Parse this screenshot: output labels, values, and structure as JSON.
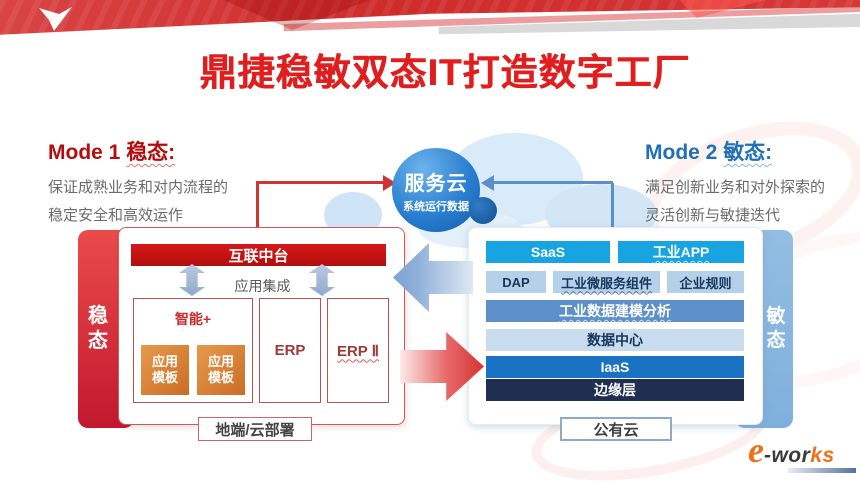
{
  "banner": {
    "title": "鼎捷稳敏双态IT打造数字工厂"
  },
  "mode1": {
    "label": "Mode 1 ",
    "state": "稳态:",
    "line1": "保证成熟业务和对内流程的",
    "line2": "稳定安全和高效运作"
  },
  "mode2": {
    "label": "Mode 2 ",
    "state": "敏态:",
    "line1": "满足创新业务和对外探索的",
    "line2": "灵活创新与敏捷迭代"
  },
  "cloud": {
    "title": "服务云",
    "subtitle": "系统运行数据"
  },
  "left_panel": {
    "sidebar": "稳态",
    "top_bar": "互联中台",
    "integration_label": "应用集成",
    "smart_title": "智能+",
    "template1": "应用模板",
    "template2": "应用模板",
    "erp1": "ERP",
    "erp2": "ERP Ⅱ",
    "footer": "地端/云部署"
  },
  "right_panel": {
    "sidebar": "敏态",
    "saas": "SaaS",
    "industrial_app": "工业APP",
    "dap": "DAP",
    "microservice": "工业微服务组件",
    "enterprise_rules": "企业规则",
    "data_modeling": "工业数据建模分析",
    "data_center": "数据中心",
    "iaas": "IaaS",
    "edge_layer": "边缘层",
    "footer": "公有云"
  },
  "logo": {
    "part1": "e",
    "part2": "-wor",
    "part3": "ks"
  },
  "icons": {
    "digiwin_logo": "digiwin-logo-icon",
    "service_cloud": "cloud-icon",
    "red_connector": "arrow-right-icon",
    "blue_connector": "arrow-left-icon",
    "integration_arrows": "double-arrow-up-down-icon",
    "big_blue": "block-arrow-left-icon",
    "big_red": "block-arrow-right-icon"
  },
  "colors": {
    "banner_red": "#cf2b2b",
    "title_red": "#e11e1e",
    "mode1_red": "#b50d0d",
    "mode2_blue": "#2070b4",
    "stable_sidebar": "#c2182f",
    "agile_sidebar": "#7fb0dc",
    "hub_bar": "#c01212",
    "template_orange": "#cb6d24",
    "saas_cyan": "#18a4e1",
    "chip_light_blue": "#b5d0e9",
    "chip_mid_blue": "#5d90c9",
    "chip_pale_blue": "#c9dcee",
    "iaas_blue": "#1a73c2",
    "edge_navy": "#202e52",
    "cloud_ball": "#2a7fd0",
    "eworks_orange": "#ee7218"
  }
}
